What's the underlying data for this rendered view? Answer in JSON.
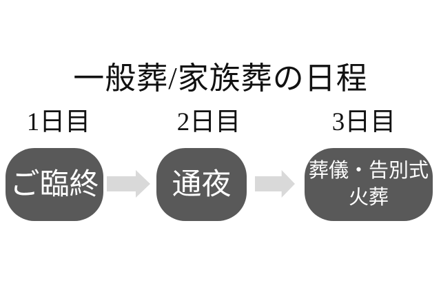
{
  "page": {
    "title": "一般葬/家族葬の日程"
  },
  "timeline": {
    "days": [
      {
        "label": "1日目",
        "stage_lines": [
          "ご臨終"
        ]
      },
      {
        "label": "2日目",
        "stage_lines": [
          "通夜"
        ]
      },
      {
        "label": "3日目",
        "stage_lines": [
          "葬儀・告別式",
          "火葬"
        ]
      }
    ]
  },
  "icons": {
    "connector": "right-block-arrow"
  },
  "colors": {
    "background": "#ffffff",
    "stage_box_bg": "#595959",
    "stage_box_text": "#ffffff",
    "arrow_fill": "#d9d9d9",
    "title_text": "#111111"
  }
}
